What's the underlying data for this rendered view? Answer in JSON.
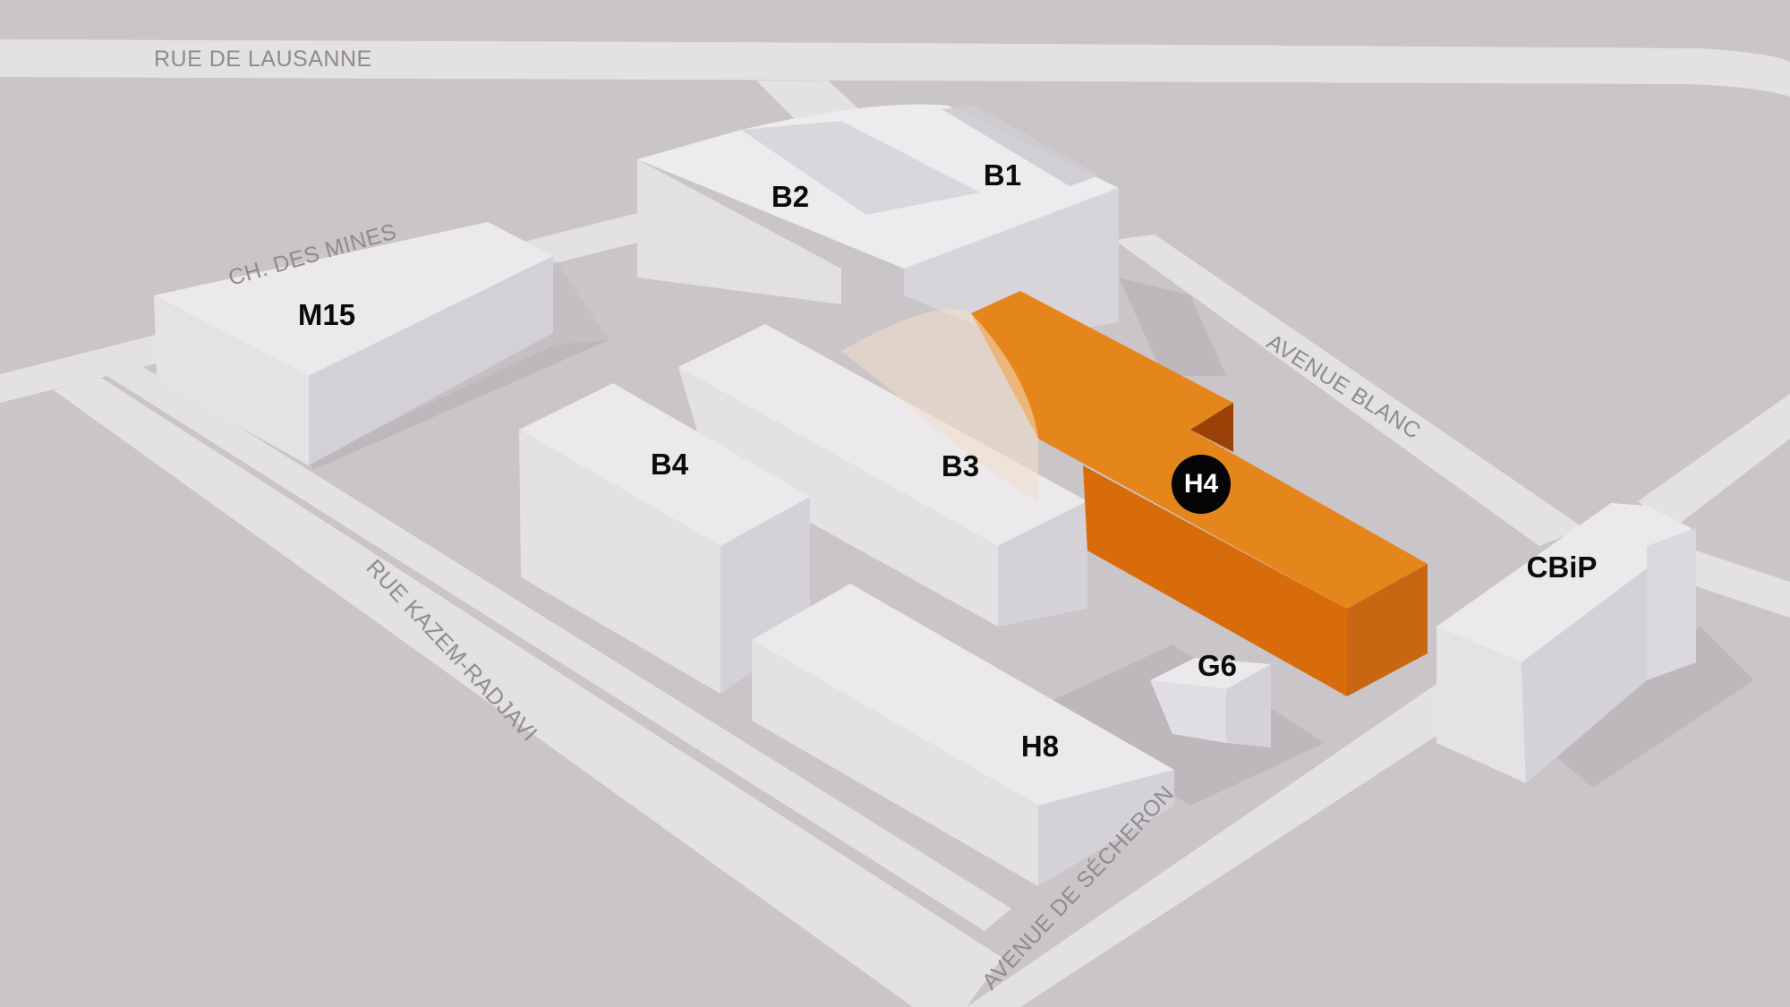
{
  "map": {
    "colors": {
      "ground": "#c9c5c8",
      "road": "#e3e1e3",
      "building_top": "#ebe9eb",
      "building_side_light": "#e1dfe2",
      "building_side_dark": "#cfccd2",
      "shadow": "#b8b4b8",
      "highlight_top": "#e5861c",
      "highlight_side": "#d96c0a",
      "highlight_dark": "#9b4108",
      "street_label": "#8f8b8e",
      "building_label": "#0b0b0b",
      "badge_bg": "#050505",
      "badge_text": "#ffffff"
    },
    "streets": [
      {
        "id": "rue-de-lausanne",
        "label": "RUE DE LAUSANNE"
      },
      {
        "id": "ch-des-mines",
        "label": "CH. DES MINES"
      },
      {
        "id": "avenue-blanc",
        "label": "AVENUE BLANC"
      },
      {
        "id": "rue-kazem-radjavi",
        "label": "RUE KAZEM-RADJAVI"
      },
      {
        "id": "avenue-de-secheron",
        "label": "AVENUE DE SÉCHERON"
      }
    ],
    "buildings": [
      {
        "id": "M15",
        "label": "M15"
      },
      {
        "id": "B2",
        "label": "B2"
      },
      {
        "id": "B1",
        "label": "B1"
      },
      {
        "id": "B4",
        "label": "B4"
      },
      {
        "id": "B3",
        "label": "B3"
      },
      {
        "id": "H8",
        "label": "H8"
      },
      {
        "id": "G6",
        "label": "G6"
      },
      {
        "id": "CBiP",
        "label": "CBiP"
      }
    ],
    "highlighted_building": {
      "id": "H4",
      "label": "H4",
      "icon": "badge-circle"
    }
  }
}
